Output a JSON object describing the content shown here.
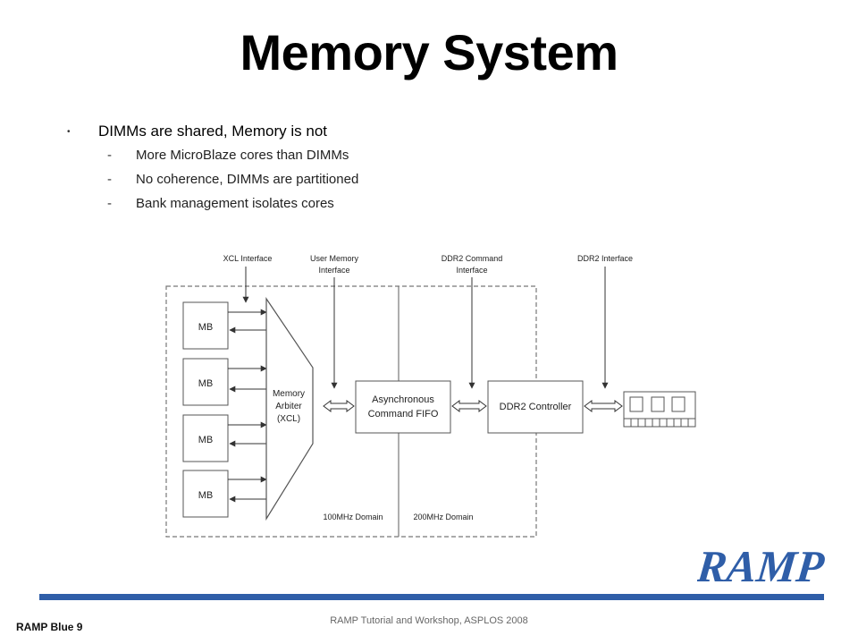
{
  "slide": {
    "title": "Memory System",
    "bullets": [
      {
        "text": "DIMMs are shared, Memory is not",
        "sub": [
          "More MicroBlaze cores than DIMMs",
          "No coherence, DIMMs are partitioned",
          "Bank management isolates cores"
        ]
      }
    ]
  },
  "diagram": {
    "labels": {
      "xcl_interface": "XCL Interface",
      "user_memory_1": "User Memory",
      "user_memory_2": "Interface",
      "ddr2_command_1": "DDR2 Command",
      "ddr2_command_2": "Interface",
      "ddr2_interface": "DDR2 Interface"
    },
    "mb_label": "MB",
    "arbiter": [
      "Memory",
      "Arbiter",
      "(XCL)"
    ],
    "fifo": [
      "Asynchronous",
      "Command FIFO"
    ],
    "controller": "DDR2 Controller",
    "domain_100": "100MHz Domain",
    "domain_200": "200MHz Domain"
  },
  "footer": {
    "left": "RAMP Blue 9",
    "center": "RAMP Tutorial and Workshop, ASPLOS 2008"
  },
  "logo": {
    "text": "RAMP",
    "color": "#2f5ea8"
  },
  "colors": {
    "accent_bar": "#2f5ea8"
  }
}
